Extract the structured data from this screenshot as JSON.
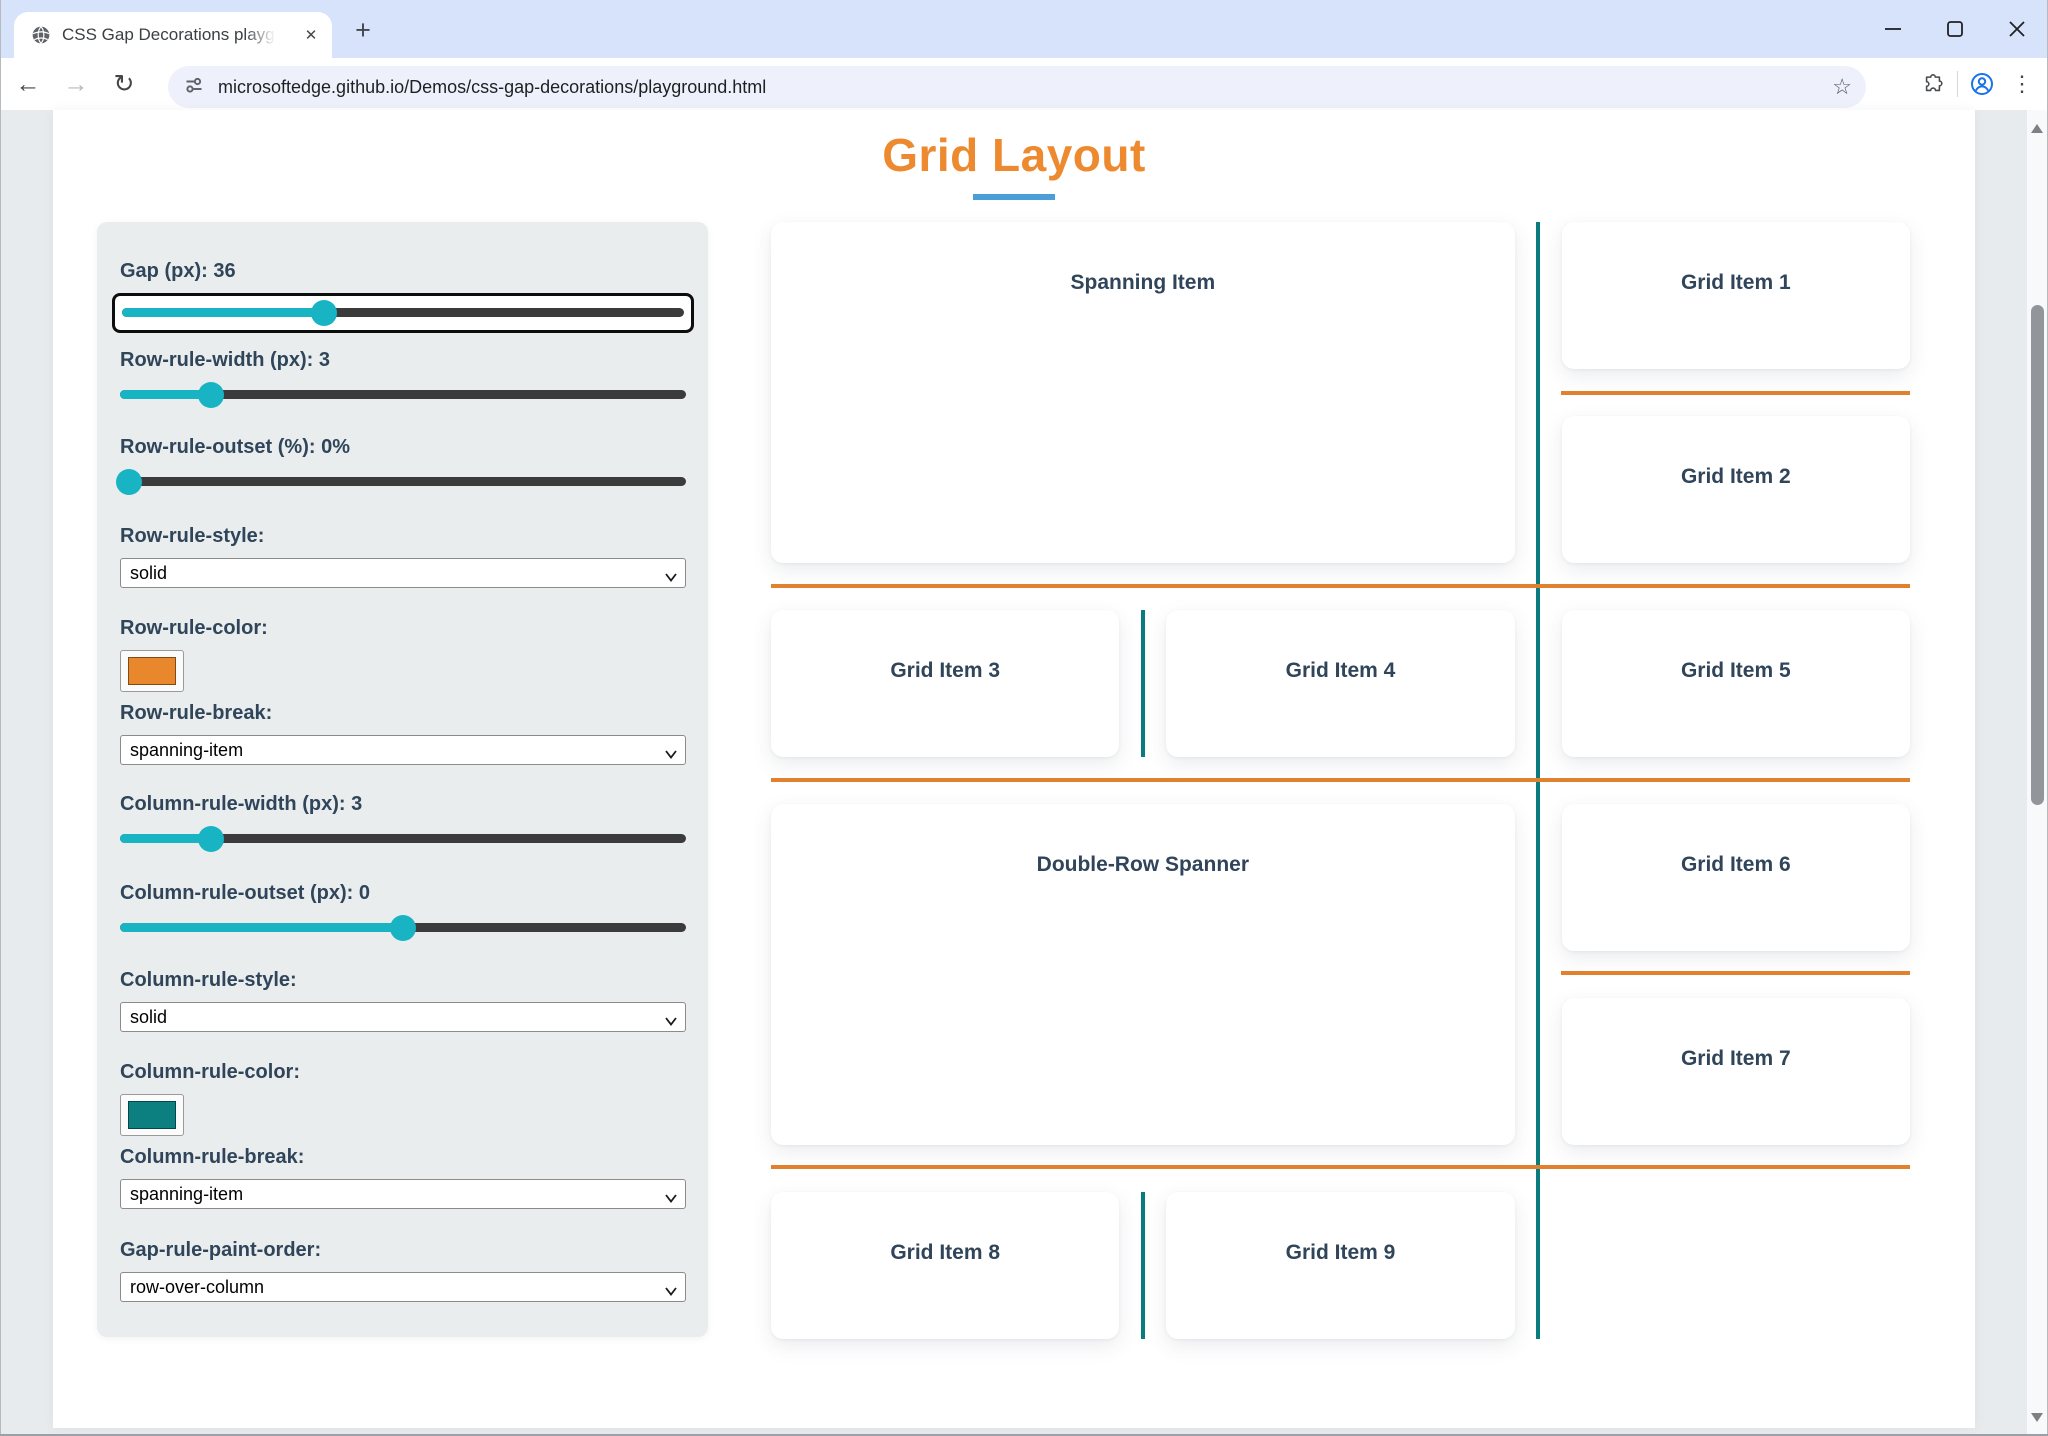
{
  "browser": {
    "tab_title": "CSS Gap Decorations playground",
    "url": "microsoftedge.github.io/Demos/css-gap-decorations/playground.html",
    "icons": {
      "tab_close": "✕",
      "new_tab": "+",
      "back_arrow": "←",
      "forward_arrow": "→",
      "reload": "↻",
      "bookmark_star": "☆",
      "menu_kebab": "⋮"
    }
  },
  "page": {
    "title": "Grid Layout",
    "panel": {
      "controls": [
        {
          "type": "range",
          "label": "Gap (px): 36",
          "value": 36,
          "fill_pct": 36,
          "focused": true
        },
        {
          "type": "range",
          "label": "Row-rule-width (px): 3",
          "value": 3,
          "fill_pct": 16
        },
        {
          "type": "range",
          "label": "Row-rule-outset (%): 0%",
          "value": 0,
          "fill_pct": 1.5
        },
        {
          "type": "select",
          "label": "Row-rule-style:",
          "value": "solid"
        },
        {
          "type": "color",
          "label": "Row-rule-color:",
          "value": "#e8872b"
        },
        {
          "type": "select",
          "label": "Row-rule-break:",
          "value": "spanning-item"
        },
        {
          "type": "range",
          "label": "Column-rule-width (px): 3",
          "value": 3,
          "fill_pct": 16
        },
        {
          "type": "range",
          "label": "Column-rule-outset (px): 0",
          "value": 0,
          "fill_pct": 50
        },
        {
          "type": "select",
          "label": "Column-rule-style:",
          "value": "solid"
        },
        {
          "type": "color",
          "label": "Column-rule-color:",
          "value": "#0c8081"
        },
        {
          "type": "select",
          "label": "Column-rule-break:",
          "value": "spanning-item"
        },
        {
          "type": "select",
          "label": "Gap-rule-paint-order:",
          "value": "row-over-column"
        }
      ]
    },
    "grid": {
      "items": [
        {
          "label": "Spanning Item"
        },
        {
          "label": "Grid Item 1"
        },
        {
          "label": "Grid Item 2"
        },
        {
          "label": "Grid Item 3"
        },
        {
          "label": "Grid Item 4"
        },
        {
          "label": "Grid Item 5"
        },
        {
          "label": "Double-Row Spanner"
        },
        {
          "label": "Grid Item 6"
        },
        {
          "label": "Grid Item 7"
        },
        {
          "label": "Grid Item 8"
        },
        {
          "label": "Grid Item 9"
        }
      ]
    },
    "colors": {
      "title_orange": "#ed8a2f",
      "underline_blue": "#4b9fd8",
      "row_rule_orange": "#e2812d",
      "column_rule_teal": "#0a7c7f",
      "slider_accent_teal": "#19b4c3",
      "slider_track_gray": "#3b3b3b",
      "text_navy": "#30455a",
      "panel_background": "#e9edee"
    }
  }
}
